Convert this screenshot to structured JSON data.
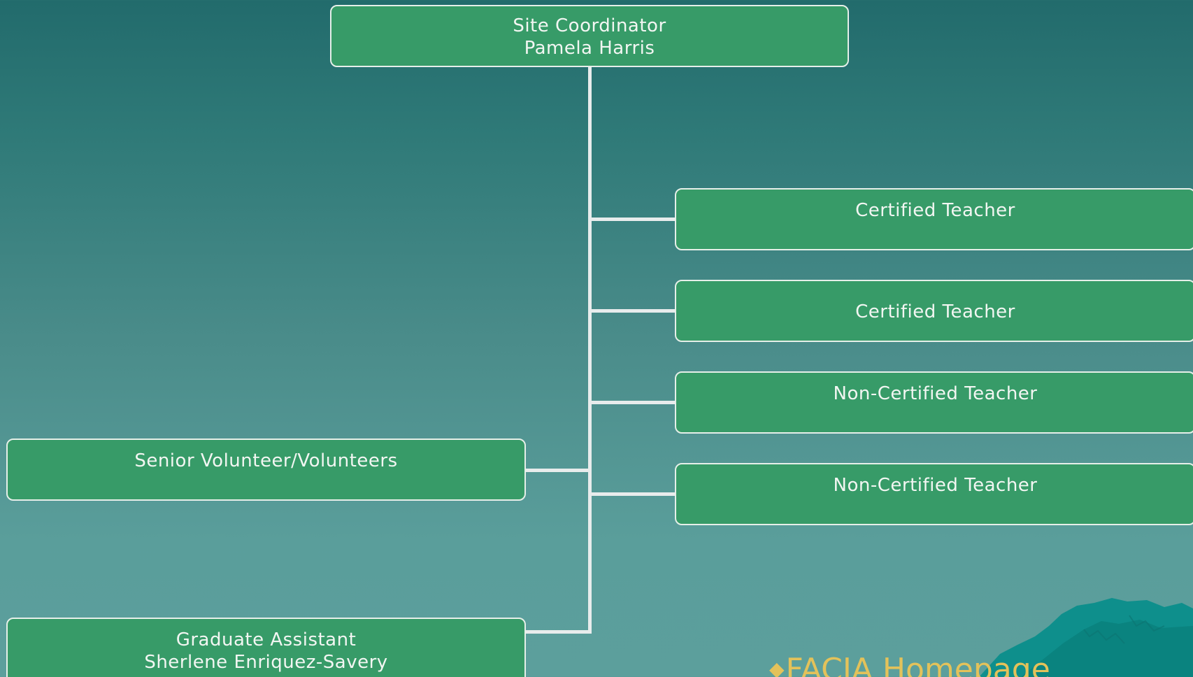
{
  "org_chart": {
    "top": {
      "title": "Site Coordinator",
      "name": "Pamela Harris"
    },
    "right_branches": [
      {
        "title": "Certified Teacher"
      },
      {
        "title": "Certified Teacher"
      },
      {
        "title": "Non-Certified Teacher"
      },
      {
        "title": "Non-Certified Teacher"
      }
    ],
    "left_branches": [
      {
        "title": "Senior Volunteer/Volunteers",
        "name": ""
      },
      {
        "title": "Graduate Assistant",
        "name": "Sherlene Enriquez-Savery"
      }
    ]
  },
  "footer": {
    "bullet": "◆",
    "link_text": "FACIA Homepage"
  },
  "colors": {
    "box_fill": "#379b68",
    "box_border": "#e6efe9",
    "connector": "#e8ecec",
    "link": "#e3c25a",
    "background_top": "#226b6c",
    "background_bottom": "#5c9f9c"
  }
}
